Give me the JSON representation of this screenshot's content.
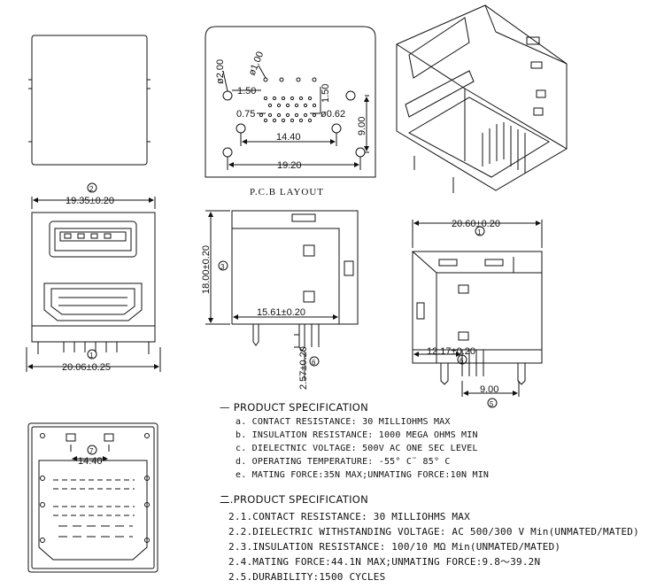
{
  "front_view": {
    "width_top": "19.35±0.20",
    "width_bottom": "20.06±0.25",
    "callout_top": "2",
    "callout_bottom": "1"
  },
  "pcb_layout": {
    "label": "P.C.B  LAYOUT",
    "d_hole_large": "ø2.00",
    "d_hole_pin": "ø1.00",
    "pitch_1": "1.50",
    "pitch_2": "1.50",
    "pitch_3": "0.75",
    "d_hole_small": "ø0.62",
    "span_14": "14.40",
    "span_19": "19.20",
    "height_9": "9.00"
  },
  "side_view": {
    "height": "18.00±0.20",
    "callout_height": "3",
    "depth": "15.61±0.20",
    "pin_len": "2.57±0.20",
    "callout_pin": "6"
  },
  "right_view": {
    "width": "20.60±0.20",
    "callout_width": "1",
    "pin_offset": "12.17±0.20",
    "callout_offset": "6",
    "pin_span": "9.00",
    "callout_span": "5"
  },
  "bottom_view": {
    "span": "14.40",
    "callout": "7"
  },
  "spec1": {
    "title": "PRODUCT SPECIFICATION",
    "items": [
      "a. CONTACT RESISTANCE: 30 MILLIOHMS MAX",
      "b. INSULATION RESISTANCE: 1000 MEGA OHMS MIN",
      "c. DIELECTNIC VOLTAGE: 500V AC ONE SEC LEVEL",
      "d. OPERATING TEMPERATURE: -55° C˜ 85° C",
      "e. MATING FORCE:35N MAX;UNMATING FORCE:10N MIN"
    ]
  },
  "spec2": {
    "title": "二.PRODUCT SPECIFICATION",
    "items": [
      "2.1.CONTACT RESISTANCE: 30 MILLIOHMS MAX",
      "2.2.DIELECTRIC WITHSTANDING VOLTAGE: AC 500/300 V Min(UNMATED/MATED)",
      "2.3.INSULATION RESISTANCE: 100/10 MΩ Min(UNMATED/MATED)",
      "2.4.MATING FORCE:44.1N MAX;UNMATING FORCE:9.8～39.2N",
      "2.5.DURABILITY:1500 CYCLES"
    ]
  }
}
